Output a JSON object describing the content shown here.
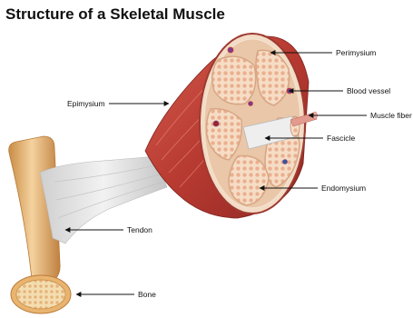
{
  "title": "Structure of a Skeletal Muscle",
  "labels": {
    "perimysium": "Perimysium",
    "blood_vessel": "Blood vessel",
    "muscle_fiber": "Muscle fiber",
    "fascicle": "Fascicle",
    "endomysium": "Endomysium",
    "epimysium": "Epimysium",
    "tendon": "Tendon",
    "bone": "Bone"
  },
  "colors": {
    "muscle_dark": "#a8322c",
    "muscle_mid": "#c9493f",
    "muscle_light": "#e07a68",
    "sheath": "#f3dcc4",
    "tendon": "#dcdcdc",
    "bone": "#e8b878",
    "blood_vessel": "#7a3d8c"
  }
}
